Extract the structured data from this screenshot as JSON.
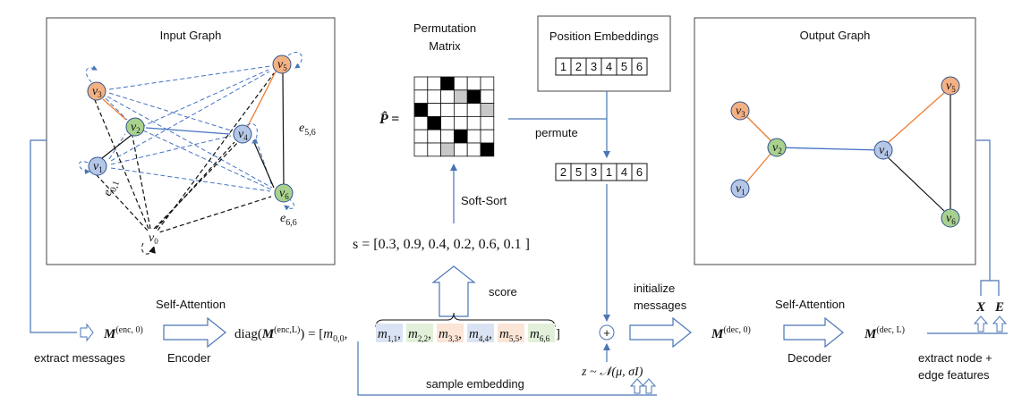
{
  "input_graph": {
    "title": "Input Graph",
    "nodes": [
      {
        "name": "v3",
        "label": "v",
        "sub": "3",
        "color": "#f4b183"
      },
      {
        "name": "v5",
        "label": "v",
        "sub": "5",
        "color": "#f4b183"
      },
      {
        "name": "v2",
        "label": "v",
        "sub": "2",
        "color": "#a9d18e"
      },
      {
        "name": "v4",
        "label": "v",
        "sub": "4",
        "color": "#b4c7e7"
      },
      {
        "name": "v1",
        "label": "v",
        "sub": "1",
        "color": "#b4c7e7"
      },
      {
        "name": "v6",
        "label": "v",
        "sub": "6",
        "color": "#a9d18e"
      },
      {
        "name": "v0",
        "label": "v",
        "sub": "0",
        "color": "#ffffff"
      }
    ],
    "edge_labels": {
      "e56": {
        "base": "e",
        "sub": "5,6"
      },
      "e01": {
        "base": "e",
        "sub": "0,1"
      },
      "e66": {
        "base": "e",
        "sub": "6,6"
      }
    }
  },
  "permutation": {
    "title_line1": "Permutation",
    "title_line2": "Matrix",
    "symbol": "P̂ =",
    "black_cells": [
      [
        0,
        2
      ],
      [
        1,
        4
      ],
      [
        2,
        0
      ],
      [
        3,
        1
      ],
      [
        4,
        3
      ],
      [
        5,
        5
      ]
    ],
    "gray_cells": [
      [
        1,
        3
      ],
      [
        2,
        5
      ],
      [
        5,
        2
      ]
    ]
  },
  "position_embeddings": {
    "title": "Position Embeddings",
    "values": [
      "1",
      "2",
      "3",
      "4",
      "5",
      "6"
    ]
  },
  "permuted": {
    "values": [
      "2",
      "5",
      "3",
      "1",
      "4",
      "6"
    ]
  },
  "labels": {
    "permute": "permute",
    "soft_sort": "Soft-Sort",
    "score": "score",
    "score_vector": "s = [0.3, 0.9, 0.4, 0.2, 0.6, 0.1 ]",
    "self_attention_enc": "Self-Attention",
    "self_attention_dec": "Self-Attention",
    "encoder": "Encoder",
    "decoder": "Decoder",
    "extract_messages": "extract messages",
    "initialize_line1": "initialize",
    "initialize_line2": "messages",
    "sample_embedding": "sample embedding",
    "extract_features_line1": "extract node +",
    "extract_features_line2": "edge features",
    "X": "X",
    "E": "E",
    "plus": "+"
  },
  "math": {
    "m_enc0": {
      "base": "M",
      "sup": "(enc, 0)"
    },
    "diag_prefix": "diag(",
    "m_encL": {
      "base": "M",
      "sup": "(enc,L)"
    },
    "diag_suffix": ") = [",
    "m00": {
      "base": "m",
      "sub": "0,0"
    },
    "entries": [
      {
        "base": "m",
        "sub": "1,1",
        "color": "#dae3f3"
      },
      {
        "base": "m",
        "sub": "2,2",
        "color": "#e2f0d9"
      },
      {
        "base": "m",
        "sub": "3,3",
        "color": "#fbe5d6"
      },
      {
        "base": "m",
        "sub": "4,4",
        "color": "#dae3f3"
      },
      {
        "base": "m",
        "sub": "5,5",
        "color": "#fbe5d6"
      },
      {
        "base": "m",
        "sub": "6,6",
        "color": "#e2f0d9"
      }
    ],
    "m_dec0": {
      "base": "M",
      "sup": "(dec, 0)"
    },
    "m_decL": {
      "base": "M",
      "sup": "(dec, L)"
    },
    "z_dist": "z ~ 𝒩(μ, σI)"
  },
  "output_graph": {
    "title": "Output Graph",
    "nodes": [
      {
        "name": "v3",
        "label": "v",
        "sub": "3",
        "color": "#f4b183"
      },
      {
        "name": "v5",
        "label": "v",
        "sub": "5",
        "color": "#f4b183"
      },
      {
        "name": "v2",
        "label": "v",
        "sub": "2",
        "color": "#a9d18e"
      },
      {
        "name": "v4",
        "label": "v",
        "sub": "4",
        "color": "#b4c7e7"
      },
      {
        "name": "v1",
        "label": "v",
        "sub": "1",
        "color": "#b4c7e7"
      },
      {
        "name": "v6",
        "label": "v",
        "sub": "6",
        "color": "#a9d18e"
      }
    ]
  },
  "colors": {
    "blue": "#4472c4",
    "orange": "#ed7d31",
    "arrow_blue": "#4a76b5"
  }
}
